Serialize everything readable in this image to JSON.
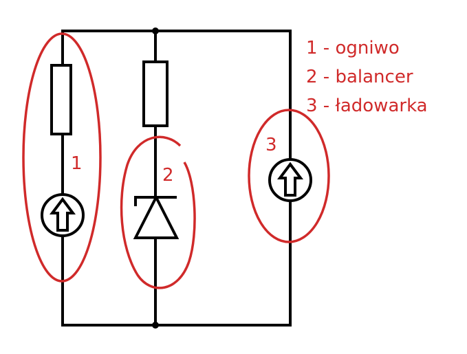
{
  "diagram": {
    "labels": {
      "branch1": "1",
      "branch2": "2",
      "branch3": "3"
    },
    "legend": [
      "1 - ogniwo",
      "2 - balancer",
      "3 - ładowarka"
    ],
    "colors": {
      "wire": "#000000",
      "annotation": "#d02a2a"
    }
  }
}
